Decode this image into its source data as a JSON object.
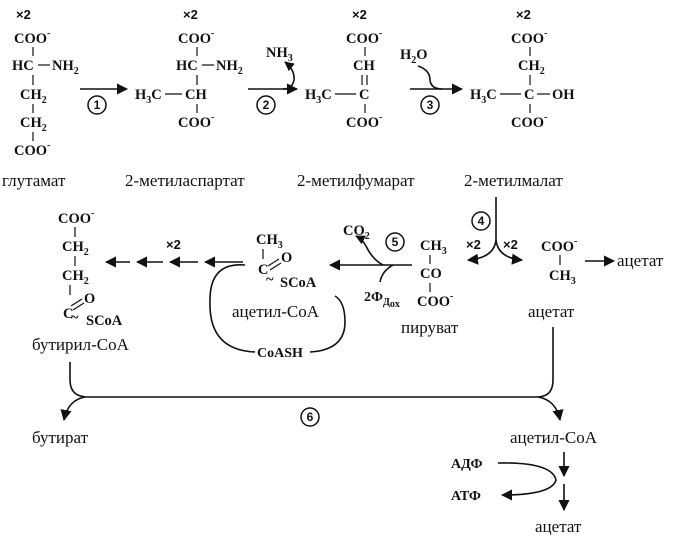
{
  "multipliers": {
    "times_two": "×2"
  },
  "steps": [
    "1",
    "2",
    "3",
    "4",
    "5",
    "6"
  ],
  "compounds": {
    "glutamate": "глутамат",
    "methylaspartate": "2-метиласпартат",
    "methylfumarate": "2-метилфумарат",
    "methylmalate": "2-метилмалат",
    "acetyl_coa": "ацетил-CoA",
    "pyruvate": "пируват",
    "acetate": "ацетат",
    "butyryl_coa": "бутирил-CoA",
    "butyrate": "бутират",
    "acetyl_coa_bottom": "ацетил-CoA",
    "acetate_bottom": "ацетат",
    "acetate_side": "ацетат"
  },
  "cofactors": {
    "nh3": "NH",
    "nh3_sub": "3",
    "h2o": "H",
    "h2o_sub": "2",
    "h2o_tail": "O",
    "co2": "CO",
    "co2_sub": "2",
    "fd": "2Ф",
    "fd_sub": "Д",
    "fd_sub2": "ox",
    "coash": "CoASH",
    "adp": "АДФ",
    "atp": "АТФ"
  },
  "chemistry": {
    "coo": "COO",
    "minus": "-",
    "hc": "HC",
    "nh": "NH",
    "nh_sub": "2",
    "ch": "CH",
    "ch2": "CH",
    "ch2_sub": "2",
    "h3c": "H",
    "h3c_sub": "3",
    "h3c_tail": "C",
    "c": "C",
    "oh": "OH",
    "ch3": "CH",
    "ch3_sub": "3",
    "co": "CO",
    "o": "O",
    "scoa": "SCoA",
    "c_scoa": "C",
    "tilde": "~"
  }
}
